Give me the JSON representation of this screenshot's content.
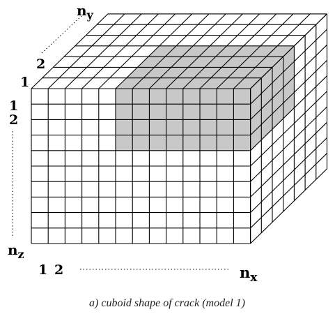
{
  "labels": {
    "one_top": "1",
    "two_y": "2",
    "ny_base": "n",
    "ny_sub": "y",
    "one_z": "1",
    "two_z": "2",
    "nz_base": "n",
    "nz_sub": "z",
    "one_x": "1",
    "two_x": "2",
    "nx_base": "n",
    "nx_sub": "x"
  },
  "caption": "a) cuboid shape of crack (model 1)",
  "grid": {
    "nx": 13,
    "ny": 7,
    "nz": 10
  },
  "crack": {
    "ix_start": 5,
    "ix_end": 13,
    "iy_start": 0,
    "iy_end": 4,
    "iz_start": 0,
    "iz_end": 4
  },
  "colors": {
    "line": "#000000",
    "crack_fill": "#c8c8c8",
    "background": "#ffffff"
  }
}
